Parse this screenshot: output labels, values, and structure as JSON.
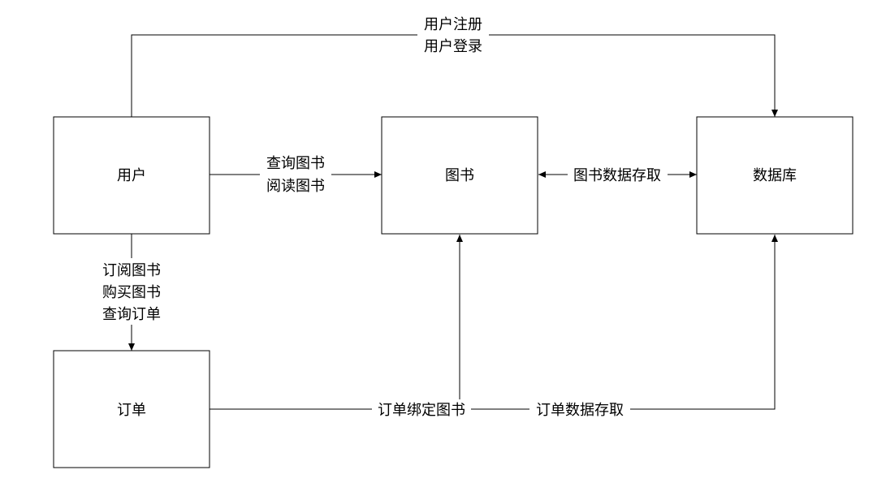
{
  "nodes": {
    "user": "用户",
    "book": "图书",
    "database": "数据库",
    "order": "订单"
  },
  "edges": {
    "user_to_database": [
      "用户注册",
      "用户登录"
    ],
    "user_to_book": [
      "查询图书",
      "阅读图书"
    ],
    "book_database": [
      "图书数据存取"
    ],
    "user_to_order": [
      "订阅图书",
      "购买图书",
      "查询订单"
    ],
    "order_to_book": [
      "订单绑定图书"
    ],
    "order_to_database": [
      "订单数据存取"
    ]
  }
}
